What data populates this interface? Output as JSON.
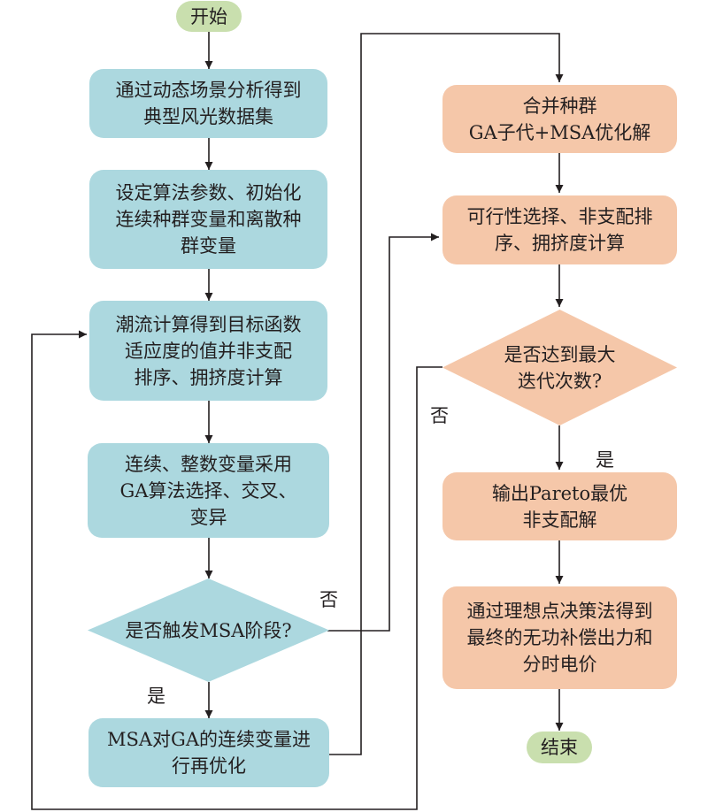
{
  "diagram": {
    "type": "flowchart",
    "colors": {
      "left_process": "#acd8df",
      "right_process": "#f5c7a9",
      "terminal": "#c9dfae",
      "line": "#231f20"
    },
    "nodes": {
      "start": "开始",
      "scene_analysis": "通过动态场景分析得到\n典型风光数据集",
      "init": "设定算法参数、初始化\n连续种群变量和离散种\n群变量",
      "power_flow": "潮流计算得到目标函数\n适应度的值并非支配\n排序、拥挤度计算",
      "ga_ops": "连续、整数变量采用\nGA算法选择、交叉、\n变异",
      "msa_trigger": "是否触发MSA阶段?",
      "msa_reopt": "MSA对GA的连续变量进\n行再优化",
      "merge": "合并种群\nGA子代+MSA优化解",
      "feasibility": "可行性选择、非支配排\n序、拥挤度计算",
      "max_iter": "是否达到最大\n迭代次数?",
      "pareto": "输出Pareto最优\n非支配解",
      "ideal_point": "通过理想点决策法得到\n最终的无功补偿出力和\n分时电价",
      "end": "结束"
    },
    "edge_labels": {
      "msa_trigger_no": "否",
      "msa_trigger_yes": "是",
      "max_iter_no": "否",
      "max_iter_yes": "是"
    }
  }
}
